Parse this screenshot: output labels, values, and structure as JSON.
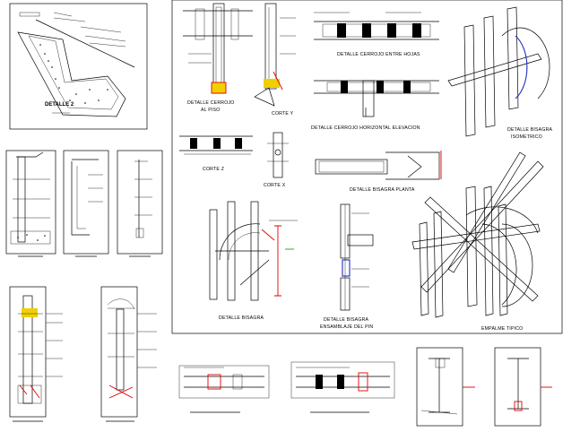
{
  "colors": {
    "ink": "#000000",
    "accent_red": "#e00000",
    "accent_yellow": "#f0d000",
    "accent_blue": "#2030c0",
    "accent_green": "#00b000"
  },
  "labels": {
    "detalle_2": "DETALLE 2",
    "detalle_cerrojo_al_piso_1": "DETALLE CERROJO",
    "detalle_cerrojo_al_piso_2": "AL PISO",
    "corte_y": "CORTE Y",
    "detalle_cerrojo_entre_hojas": "DETALLE CERROJO ENTRE HOJAS",
    "detalle_cerrojo_horizontal": "DETALLE CERROJO HORIZONTAL ELEVACION",
    "detalle_bisagra_isometrico_1": "DETALLE BISAGRA",
    "detalle_bisagra_isometrico_2": "ISOMETRICO",
    "corte_z": "CORTE Z",
    "corte_x": "CORTE X",
    "detalle_bisagra_planta": "DETALLE BISAGRA PLANTA",
    "detalle_bisagra": "DETALLE BISAGRA",
    "detalle_bisagra_pin_1": "DETALLE BISAGRA",
    "detalle_bisagra_pin_2": "ENSAMBLAJE DEL PIN",
    "empalme_tipico": "EMPALME TIPICO"
  }
}
